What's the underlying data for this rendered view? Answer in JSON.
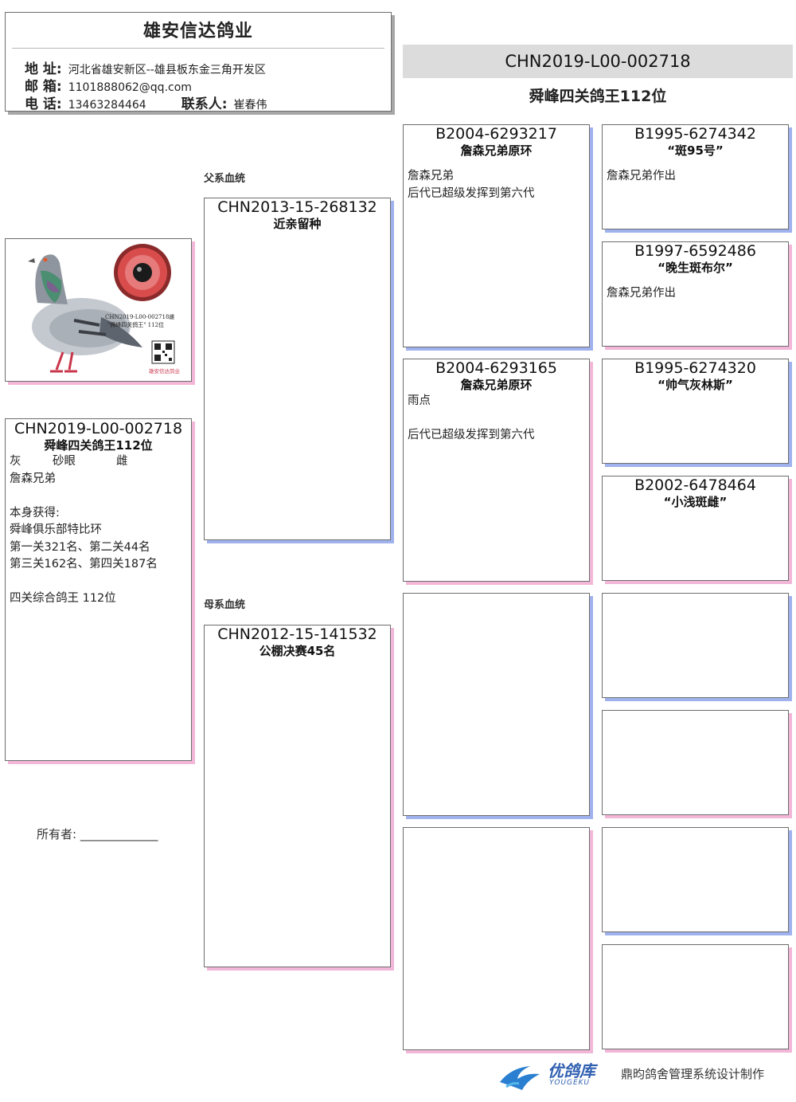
{
  "header": {
    "company": "雄安信达鸽业",
    "address_label": "地 址:",
    "address": "河北省雄安新区--雄县板东金三角开发区",
    "email_label": "邮 箱:",
    "email": "1101888062@qq.com",
    "phone_label": "电 话:",
    "phone": "13463284464",
    "contact_label": "联系人:",
    "contact": "崔春伟"
  },
  "top": {
    "ring": "CHN2019-L00-002718",
    "title": "舜峰四关鸽王112位"
  },
  "photo": {
    "caption1": "CHN2019-L00-002718雌",
    "caption2": "\"舜峰四关鸽王\" 112位",
    "brand": "雄安信达鸽业"
  },
  "subject": {
    "ring": "CHN2019-L00-002718",
    "title": "舜峰四关鸽王112位",
    "color": "灰",
    "eye": "砂眼",
    "sex": "雌",
    "breeder": "詹森兄弟",
    "notes": [
      "本身获得:",
      "舜峰俱乐部特比环",
      "第一关321名、第二关44名",
      "第三关162名、第四关187名",
      "",
      "四关综合鸽王 112位"
    ]
  },
  "sire_label": "父系血统",
  "dam_label": "母系血统",
  "sire": {
    "ring": "CHN2013-15-268132",
    "title": "近亲留种"
  },
  "dam": {
    "ring": "CHN2012-15-141532",
    "title": "公棚决赛45名"
  },
  "grandparents": [
    {
      "ring": "B2004-6293217",
      "title": "詹森兄弟原环",
      "notes": [
        "詹森兄弟",
        "后代已超级发挥到第六代"
      ]
    },
    {
      "ring": "B2004-6293165",
      "title": "詹森兄弟原环",
      "notes": [
        "雨点",
        "",
        "后代已超级发挥到第六代"
      ]
    },
    {
      "ring": "",
      "title": "",
      "notes": []
    },
    {
      "ring": "",
      "title": "",
      "notes": []
    }
  ],
  "great_grandparents": [
    {
      "ring": "B1995-6274342",
      "title": "“斑95号”",
      "notes": [
        "詹森兄弟作出"
      ]
    },
    {
      "ring": "B1997-6592486",
      "title": "“晚生斑布尔”",
      "notes": [
        "詹森兄弟作出"
      ]
    },
    {
      "ring": "B1995-6274320",
      "title": "“帅气灰林斯”",
      "notes": []
    },
    {
      "ring": "B2002-6478464",
      "title": "“小浅斑雌”",
      "notes": []
    },
    {
      "ring": "",
      "title": "",
      "notes": []
    },
    {
      "ring": "",
      "title": "",
      "notes": []
    },
    {
      "ring": "",
      "title": "",
      "notes": []
    },
    {
      "ring": "",
      "title": "",
      "notes": []
    }
  ],
  "owner": {
    "label": "所有者:",
    "blank": "_____________"
  },
  "footer": {
    "logo_cn": "优鸽库",
    "logo_en": "YOUGEKU",
    "credit": "鼎昀鸽舍管理系统设计制作"
  },
  "colors": {
    "shadow_blue": "#9fb2ee",
    "shadow_pink": "#f2b6d8",
    "bar_gray": "#dcdcdc"
  }
}
